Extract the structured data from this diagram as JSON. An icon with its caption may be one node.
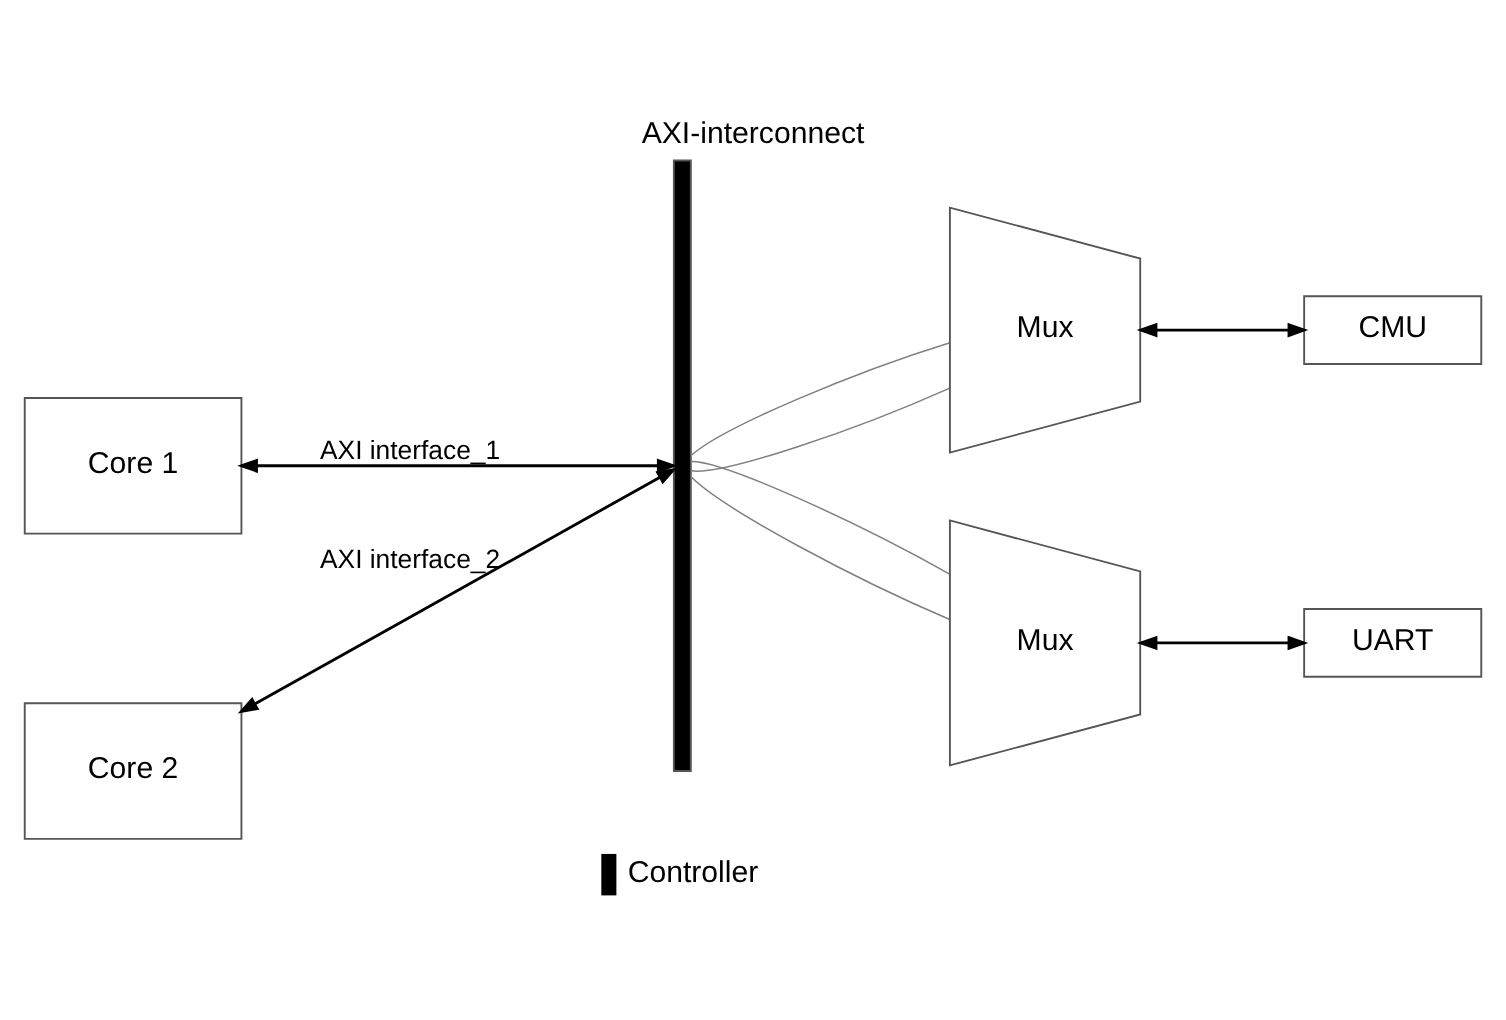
{
  "diagram": {
    "title": "AXI-interconnect",
    "nodes": [
      {
        "text": [
          "Core 1"
        ]
      },
      {
        "text": [
          "Core 2"
        ]
      },
      {
        "text": [],
        "shape": "bar"
      },
      {
        "text": [
          "Mux"
        ]
      },
      {
        "text": [
          "Mux"
        ]
      },
      {
        "text": [
          "CMU"
        ]
      },
      {
        "text": [
          "UART"
        ]
      }
    ],
    "edges": [
      {
        "from": 0,
        "to": 2,
        "arrow": "both",
        "label": "AXI interface_1"
      },
      {
        "from": 1,
        "to": 2,
        "arrow": "both",
        "label": "AXI interface_2"
      },
      {
        "from": 2,
        "to": 3,
        "arrow": "none",
        "color": "#808080"
      },
      {
        "from": 2,
        "to": 4,
        "arrow": "none",
        "color": "#808080"
      },
      {
        "from": 2,
        "to": 3,
        "arrow": "none",
        "color": "#808080"
      },
      {
        "from": 2,
        "to": 4,
        "arrow": "none",
        "color": "#808080"
      },
      {
        "from": 3,
        "to": 5,
        "arrow": "both"
      },
      {
        "from": 4,
        "to": 6,
        "arrow": "both"
      }
    ],
    "legend": [
      {
        "text": "Controller",
        "color": "#000000"
      }
    ]
  }
}
